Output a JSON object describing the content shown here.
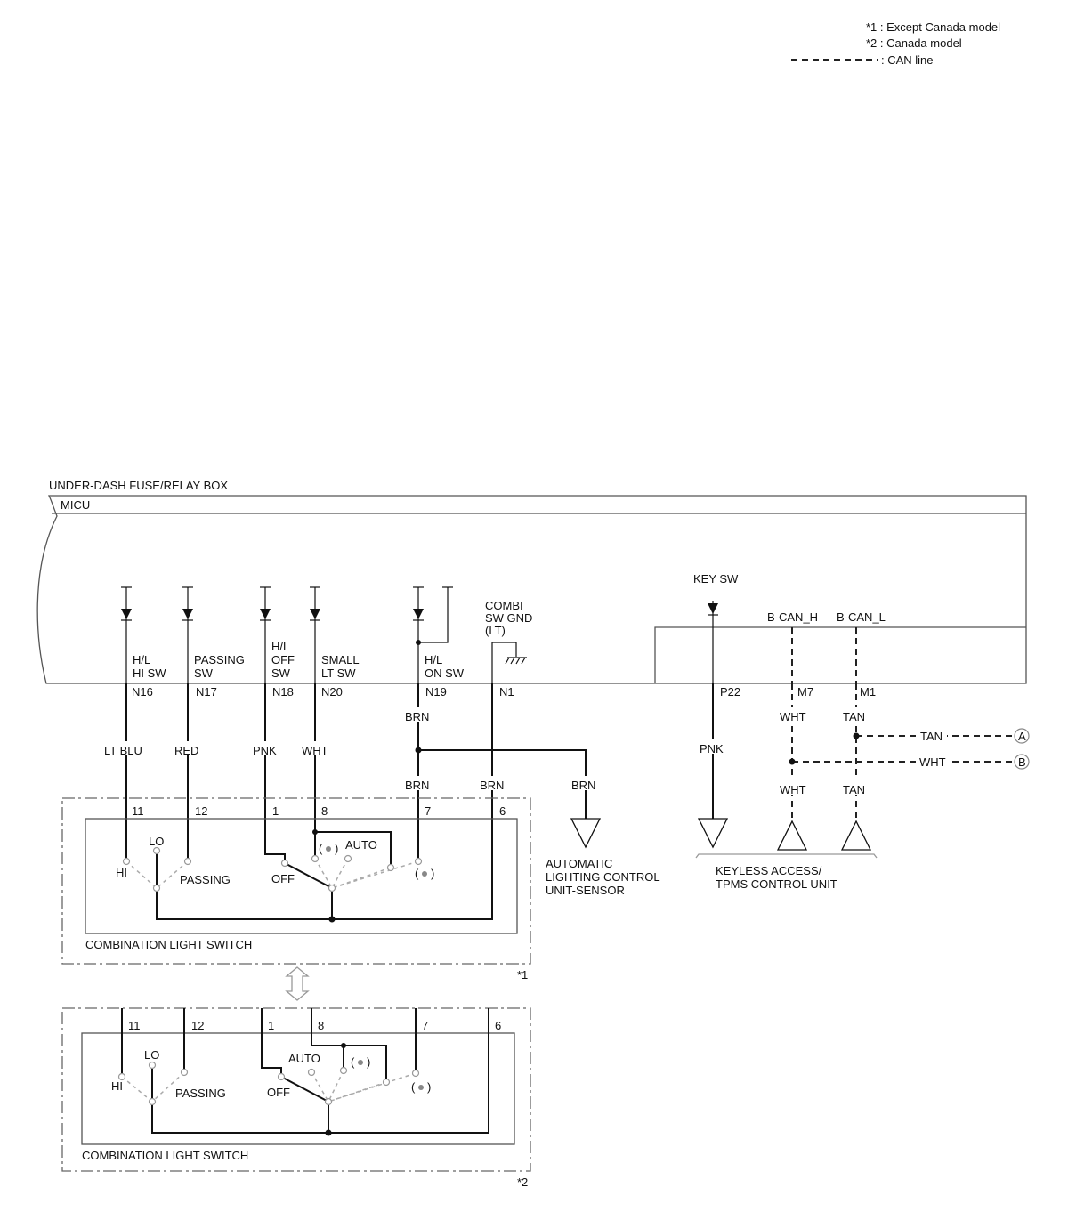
{
  "legend": {
    "note1": "*1 : Except Canada model",
    "note2": "*2 : Canada model",
    "can_line": ": CAN line"
  },
  "fuse_box": {
    "title": "UNDER-DASH FUSE/RELAY BOX",
    "unit": "MICU",
    "circuits": {
      "hl_hi_sw": [
        "H/L",
        "HI SW"
      ],
      "passing_sw": [
        "PASSING",
        "SW"
      ],
      "hl_off_sw": [
        "H/L",
        "OFF",
        "SW"
      ],
      "small_lt_sw": [
        "SMALL",
        "LT SW"
      ],
      "hl_on_sw": [
        "H/L",
        "ON SW"
      ],
      "combi_sw_gnd": [
        "COMBI",
        "SW GND",
        "(LT)"
      ],
      "key_sw": "KEY SW",
      "b_can_h": "B-CAN_H",
      "b_can_l": "B-CAN_L"
    },
    "pins": {
      "n16": "N16",
      "n17": "N17",
      "n18": "N18",
      "n20": "N20",
      "n19": "N19",
      "n1": "N1",
      "p22": "P22",
      "m7": "M7",
      "m1": "M1"
    }
  },
  "wires": {
    "lt_blu": "LT BLU",
    "red": "RED",
    "pnk": "PNK",
    "wht": "WHT",
    "brn": "BRN",
    "tan": "TAN"
  },
  "connectors": {
    "a": "A",
    "b": "B"
  },
  "switch1": {
    "title": "COMBINATION LIGHT SWITCH",
    "model_note": "*1",
    "pins": [
      "11",
      "12",
      "1",
      "8",
      "7",
      "6"
    ],
    "labels": {
      "hi": "HI",
      "lo": "LO",
      "passing": "PASSING",
      "off": "OFF",
      "auto": "AUTO"
    }
  },
  "switch2": {
    "title": "COMBINATION LIGHT SWITCH",
    "model_note": "*2",
    "pins": [
      "11",
      "12",
      "1",
      "8",
      "7",
      "6"
    ],
    "labels": {
      "hi": "HI",
      "lo": "LO",
      "passing": "PASSING",
      "off": "OFF",
      "auto": "AUTO"
    }
  },
  "auto_lighting_unit": [
    "AUTOMATIC",
    "LIGHTING CONTROL",
    "UNIT-SENSOR"
  ],
  "keyless_unit": [
    "KEYLESS ACCESS/",
    "TPMS CONTROL UNIT"
  ]
}
